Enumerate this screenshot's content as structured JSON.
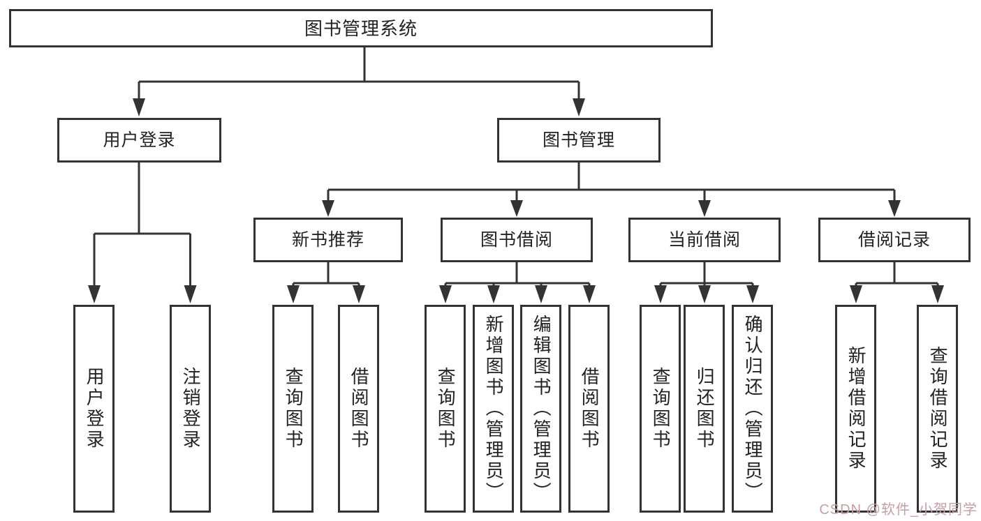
{
  "colors": {
    "background": "#ffffff",
    "line": "#333333",
    "box_border": "#333333",
    "box_background": "#ffffff",
    "text": "#222222",
    "watermark": "#c79fa2"
  },
  "watermark": {
    "text": "CSDN @软件_小贺同学"
  },
  "tree": {
    "root": {
      "label": "图书管理系统"
    },
    "children": [
      {
        "label": "用户登录",
        "children": [
          {
            "label": "用户登录"
          },
          {
            "label": "注销登录"
          }
        ]
      },
      {
        "label": "图书管理",
        "children": [
          {
            "label": "新书推荐",
            "children": [
              {
                "label": "查询图书"
              },
              {
                "label": "借阅图书"
              }
            ]
          },
          {
            "label": "图书借阅",
            "children": [
              {
                "label": "查询图书"
              },
              {
                "label": "新增图书（管理员）"
              },
              {
                "label": "编辑图书（管理员）"
              },
              {
                "label": "借阅图书"
              }
            ]
          },
          {
            "label": "当前借阅",
            "children": [
              {
                "label": "查询图书"
              },
              {
                "label": "归还图书"
              },
              {
                "label": "确认归还（管理员）"
              }
            ]
          },
          {
            "label": "借阅记录",
            "children": [
              {
                "label": "新增借阅记录"
              },
              {
                "label": "查询借阅记录"
              }
            ]
          }
        ]
      }
    ]
  }
}
